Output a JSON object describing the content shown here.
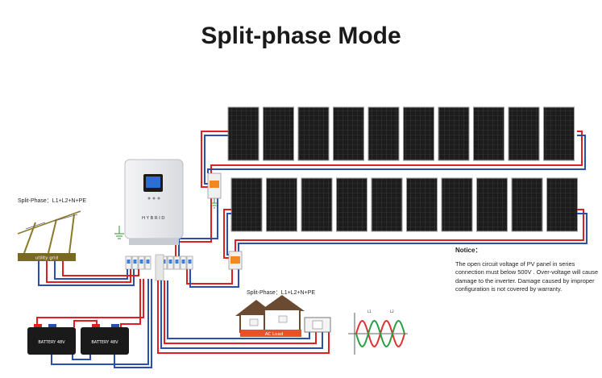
{
  "title": "Split-phase Mode",
  "grid": {
    "label": "Split-Phase：L1+L2+N+PE",
    "box_label": "utility grid"
  },
  "inverter": {
    "brand": "HYBRID"
  },
  "load": {
    "label": "Split-Phase：L1+L2+N+PE",
    "box_label": "AC Load"
  },
  "batteries": [
    {
      "label": "BATTERY 48V"
    },
    {
      "label": "BATTERY 48V"
    }
  ],
  "pv": {
    "rows": 2,
    "panels_per_row": 10
  },
  "waveform": {
    "legend": [
      "L1",
      "L2"
    ],
    "colors": {
      "l1": "#e03030",
      "l2": "#28a040"
    }
  },
  "notice": {
    "title": "Notice：",
    "text": "The open circuit voltage of PV panel in series connection must below 500V . Over-voltage will cause damage to the inverter. Damage caused by improper configuration is not covered by warranty."
  },
  "colors": {
    "positive_wire": "#e02020",
    "negative_wire": "#2a4fb0",
    "panel": "#222222"
  }
}
